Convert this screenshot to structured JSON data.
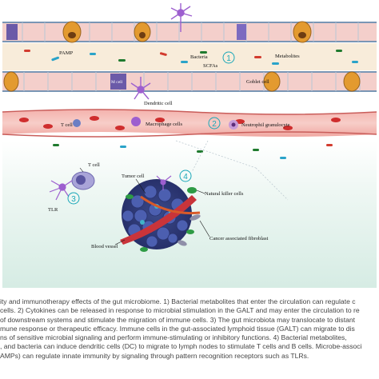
{
  "figure": {
    "labels": {
      "pamp": "PAMP",
      "bacteria": "Bacteria",
      "metabolites": "Metabolites",
      "scfas": "SCFAs",
      "mcell": "M cell",
      "goblet_cell": "Goblet cell",
      "dendritic_cell": "Dendritic cell",
      "t_cell_vessel": "T cell",
      "macrophage": "Macrophage cells",
      "neutrophil": "Neutrophil granulocyte",
      "t_cell": "T cell",
      "tlr": "TLR",
      "tumor_cell": "Tumor cell",
      "natural_killer": "Natural killer cells",
      "blood_vessel": "Blood vessel",
      "caf": "Cancer associated fibroblast"
    },
    "markers": [
      "1",
      "2",
      "3",
      "4"
    ],
    "colors": {
      "epithelium_pink": "#f2c4c0",
      "mucus_band": "#f6ead6",
      "goblet": "#e8a033",
      "vessel": "#e57373",
      "stroma_gradient_top": "#e9f5f1",
      "marker": "#1aa7b8"
    }
  },
  "caption_lines": [
    "ity and immunotherapy effects of the gut microbiome. 1) Bacterial metabolites that enter the circulation can regulate c",
    "cells. 2) Cytokines can be released in response to microbial stimulation in the GALT and may enter the circulation to re",
    "of downstream systems and stimulate the migration of immune cells. 3) The gut microbiota may translocate to distant",
    "mune response or therapeutic efficacy. Immune cells in the gut-associated lymphoid tissue (GALT) can migrate to dis",
    "ns of sensitive microbial signaling and perform immune-stimulating or inhibitory functions. 4) Bacterial metabolites,",
    ", and bacteria can induce dendritic cells (DC) to migrate to lymph nodes to stimulate T cells and B cells. Microbe-associ",
    "AMPs) can regulate innate immunity by signaling through pattern recognition receptors such as TLRs."
  ]
}
